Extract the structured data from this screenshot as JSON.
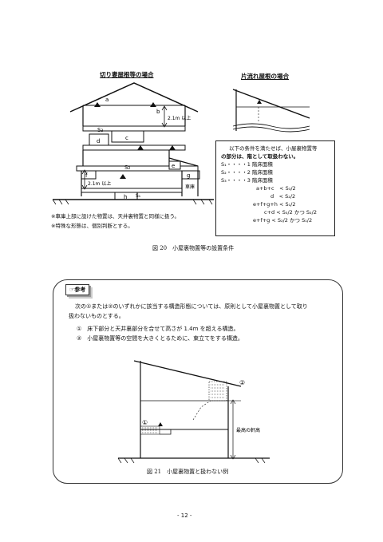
{
  "figure20": {
    "label_left": "切り妻屋根等の場合",
    "label_right": "片流れ屋根の場合",
    "diagram_labels": {
      "a": "a",
      "b": "b",
      "c": "c",
      "d": "d",
      "e": "e",
      "f": "f",
      "g": "g",
      "h": "h",
      "s3": "S₃",
      "s2": "S₂",
      "s1": "S₁",
      "height_upper": "2.1m 以上",
      "height_lower": "2.1m 以上",
      "garage": "車庫"
    },
    "conditions": {
      "intro_line1": "以下の条件を満たせば、小屋裏物置等",
      "intro_line2": "の部分は、階として取扱わない。",
      "s1_def": "S₁・・・・1 階床面積",
      "s2_def": "S₂・・・・2 階床面積",
      "s3_def": "S₃・・・・3 階床面積",
      "cond1": "a+b+c　< S₃/2",
      "cond2": "d　< S₂/2",
      "cond3": "e+f+g+h < S₁/2",
      "cond4": "c+d < S₃/2 かつ S₂/2",
      "cond5": "e+f+g < S₂/2 かつ S₁/2"
    },
    "notes": [
      "※車庫上部に設けた物置は、天井裏物置と同様に扱う。",
      "※特殊な形態は、個別判断とする。"
    ],
    "caption": "図 20　小屋裏物置等の設置条件"
  },
  "reference": {
    "tag": "☞参考",
    "intro_line1": "次の①または②のいずれかに該当する構造形態については、原則として小屋裏物置として取り",
    "intro_line2": "扱わないものとする。",
    "items": [
      "①　床下部分と天井裏部分を合せて高さが 1.4m を超える構造。",
      "②　小屋裏物置等の空間を大きくとるために、束立てをする構造。"
    ],
    "diagram_labels": {
      "marker1": "①",
      "marker2": "②",
      "eave_height": "最高の軒高"
    },
    "caption": "図 21　小屋裏物置と扱わない例"
  },
  "page_number": "- 12 -"
}
